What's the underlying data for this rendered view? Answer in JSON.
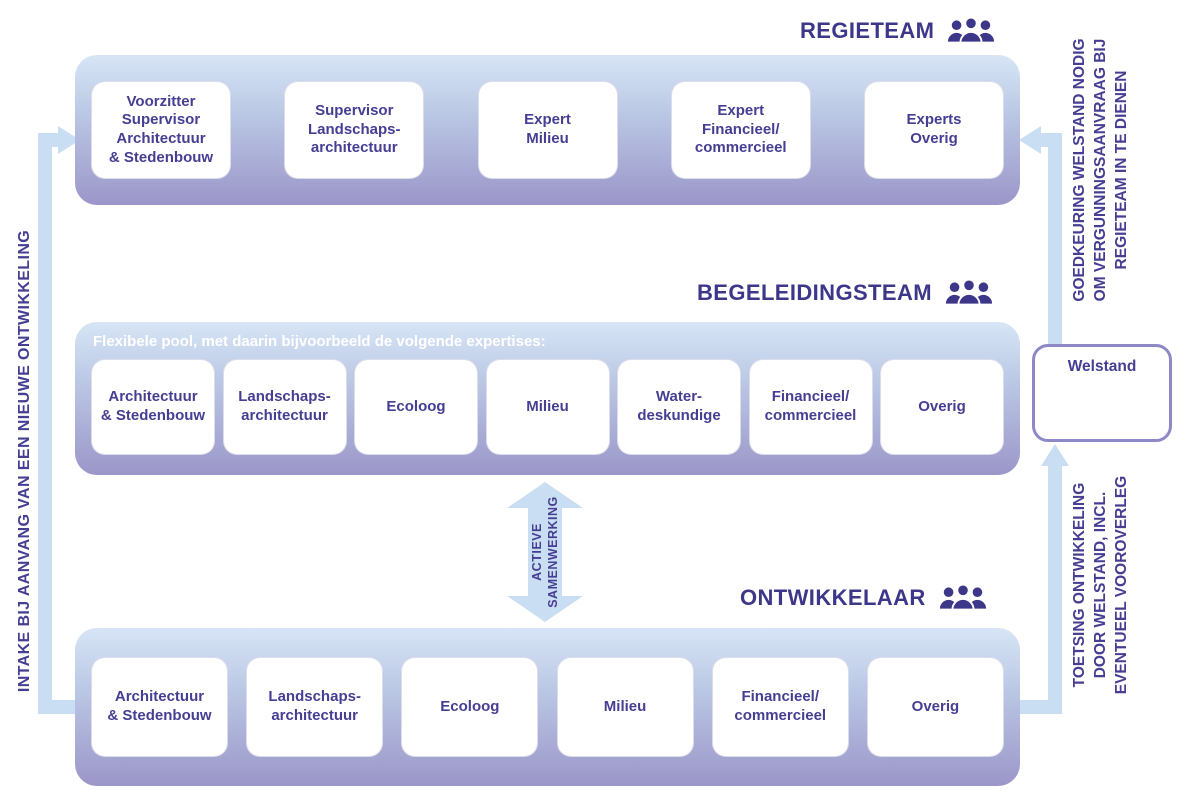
{
  "colors": {
    "ink": "#3d3789",
    "band_gradient_top": "#d7e5f6",
    "band_gradient_bottom": "#9b96c9",
    "arrow_fill": "#c9def2",
    "card_background": "#ffffff",
    "welstand_border": "#8d89c6"
  },
  "regieteam": {
    "title": "REGIETEAM",
    "boxes": [
      "Voorzitter\nSupervisor\nArchitectuur\n& Stedenbouw",
      "Supervisor\nLandschaps-\narchitectuur",
      "Expert\nMilieu",
      "Expert\nFinancieel/\ncommercieel",
      "Experts\nOverig"
    ]
  },
  "begeleidingsteam": {
    "title": "BEGELEIDINGSTEAM",
    "subtitle": "Flexibele pool, met daarin bijvoorbeeld de volgende expertises:",
    "boxes": [
      "Architectuur\n& Stedenbouw",
      "Landschaps-\narchitectuur",
      "Ecoloog",
      "Milieu",
      "Water-\ndeskundige",
      "Financieel/\ncommercieel",
      "Overig"
    ]
  },
  "ontwikkelaar": {
    "title": "ONTWIKKELAAR",
    "boxes": [
      "Architectuur\n& Stedenbouw",
      "Landschaps-\narchitectuur",
      "Ecoloog",
      "Milieu",
      "Financieel/\ncommercieel",
      "Overig"
    ]
  },
  "welstand": {
    "label": "Welstand"
  },
  "annotations": {
    "intake": "INTAKE BIJ AANVANG VAN EEN NIEUWE ONTWIKKELING",
    "goedkeuring": "GOEDKEURING WELSTAND NODIG\nOM VERGUNNINGSAANVRAAG BIJ\nREGIETEAM IN TE DIENEN",
    "toetsing": "TOETSING ONTWIKKELING\nDOOR WELSTAND, INCL.\nEVENTUEEL VOOROVERLEG",
    "samenwerking": "ACTIEVE\nSAMENWERKING"
  },
  "icons": {
    "people_group": "three-person silhouette group"
  }
}
